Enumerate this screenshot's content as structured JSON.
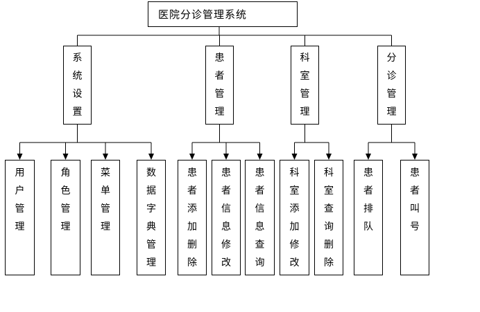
{
  "root": {
    "label": "医院分诊管理系统"
  },
  "groups": [
    {
      "label": "系统设置",
      "children": [
        "用户管理",
        "角色管理",
        "菜单管理",
        "数据字典管理"
      ]
    },
    {
      "label": "患者管理",
      "children": [
        "患者添加删除",
        "患者信息修改",
        "患者信息查询"
      ]
    },
    {
      "label": "科室管理",
      "children": [
        "科室添加修改",
        "科室查询删除"
      ]
    },
    {
      "label": "分诊管理",
      "children": [
        "患者排队",
        "患者叫号"
      ]
    }
  ]
}
